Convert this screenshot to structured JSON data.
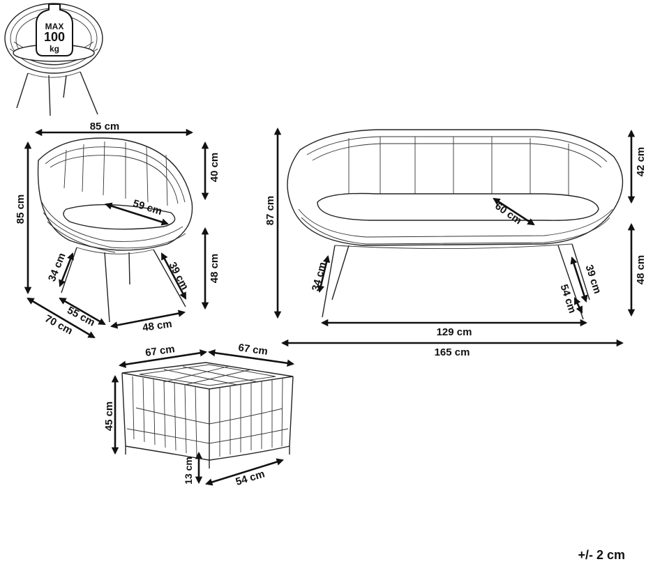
{
  "badge": {
    "max": "MAX",
    "weight": "100",
    "unit": "kg"
  },
  "chair": {
    "width": "85 cm",
    "height": "85 cm",
    "back_height": "40 cm",
    "seat_height": "48 cm",
    "seat_width": "59 cm",
    "depth": "70 cm",
    "base_depth": "55 cm",
    "base_width": "48 cm",
    "leg_front": "34 cm",
    "leg_back": "39 cm"
  },
  "sofa": {
    "height": "87 cm",
    "back_height": "42 cm",
    "seat_height": "48 cm",
    "seat_depth": "60 cm",
    "leg_front": "34 cm",
    "leg_back": "39 cm",
    "base_depth": "54 cm",
    "base_width": "129 cm",
    "width": "165 cm"
  },
  "table": {
    "width": "67 cm",
    "depth": "67 cm",
    "height": "45 cm",
    "leg_height": "13 cm",
    "base_width": "54 cm"
  },
  "tolerance": "+/- 2 cm"
}
